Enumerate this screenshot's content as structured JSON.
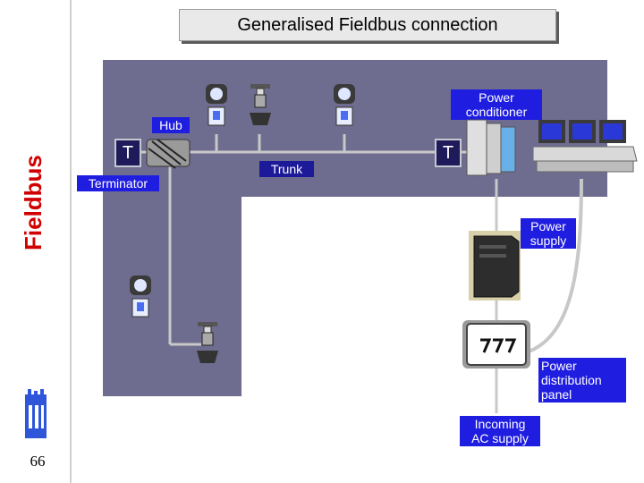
{
  "side_title": "Fieldbus",
  "page_number": "66",
  "title": "Generalised Fieldbus connection",
  "labels": {
    "hub": "Hub",
    "terminator": "Terminator",
    "trunk": "Trunk",
    "power_conditioner": "Power\nconditioner",
    "power_supply": "Power\nsupply",
    "power_distribution_panel": "Power\ndistribution\npanel",
    "incoming_ac_supply": "Incoming\nAC supply",
    "terminator_left": "T",
    "terminator_right": "T"
  },
  "icons": [
    "transmitter-icon",
    "control-valve-icon",
    "hub-icon",
    "power-conditioner-icon",
    "workstation-icon",
    "power-supply-icon",
    "distribution-panel-icon",
    "logo-icon"
  ],
  "colors": {
    "panel": "#6f6d8f",
    "label": "#1f1de0",
    "side_title": "#d10000"
  }
}
